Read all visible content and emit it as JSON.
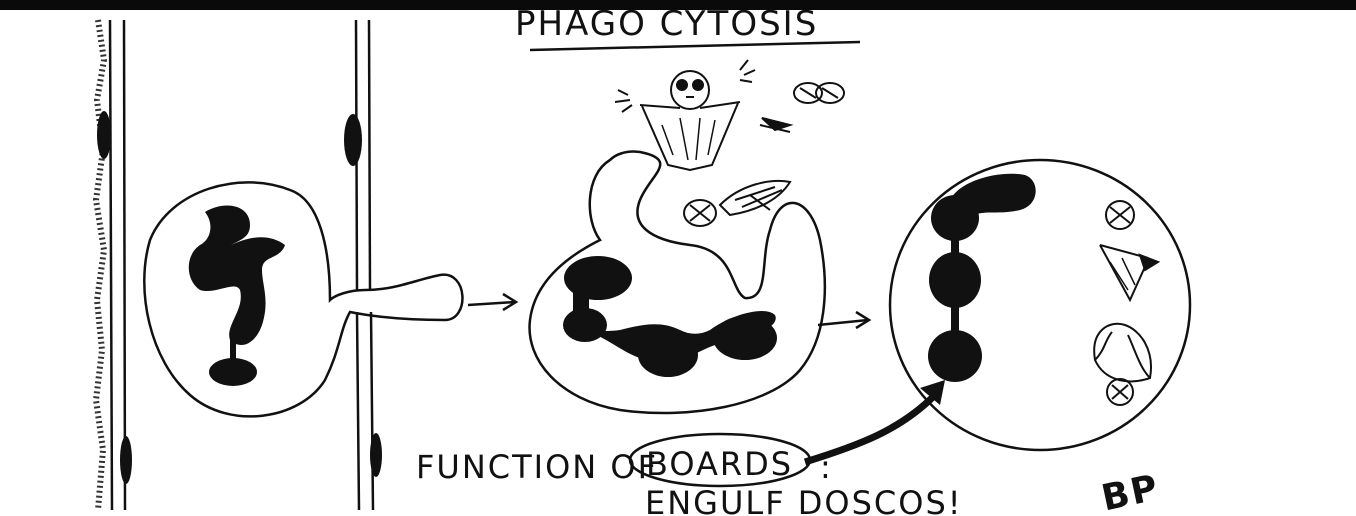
{
  "title": "PHAGO CYTOSIS",
  "caption": {
    "prefix": "FUNCTION OF",
    "highlight": "BOARDS",
    "separator": ":",
    "line2": "ENGULF DOSCOS!"
  },
  "signature": "BP",
  "colors": {
    "ink": "#111111",
    "paper": "#ffffff",
    "top_bar": "#0a0a0a"
  }
}
